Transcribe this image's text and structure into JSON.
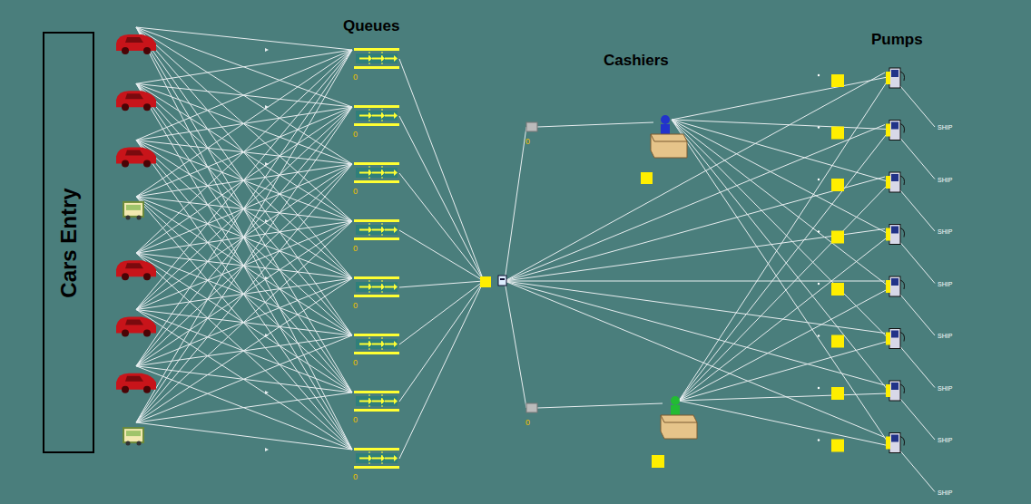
{
  "diagram": {
    "nodes": [
      {
        "text": [
          "Cars Entry"
        ]
      }
    ],
    "labels": [
      "Queues",
      "Cashiers",
      "Pumps",
      "0",
      "0",
      "0",
      "0",
      "0",
      "0",
      "0",
      "0",
      "0",
      "0",
      "SHIP",
      "SHIP",
      "SHIP",
      "SHIP",
      "SHIP",
      "SHIP",
      "SHIP",
      "SHIP"
    ]
  }
}
